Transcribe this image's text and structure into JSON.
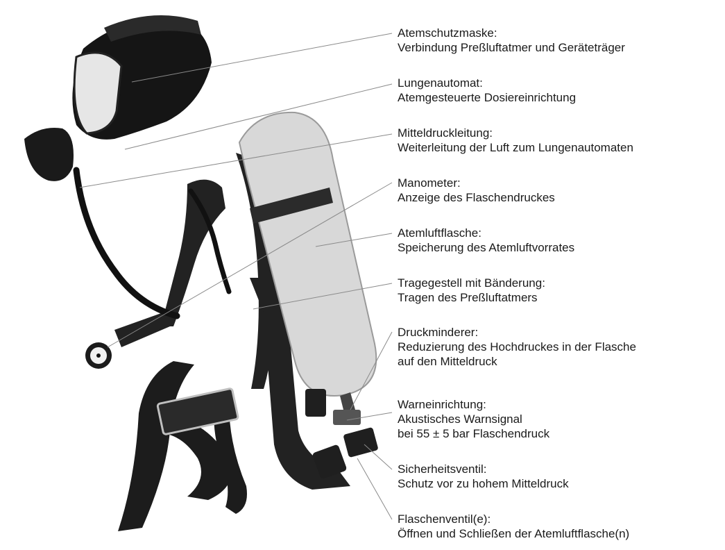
{
  "labels": [
    {
      "title": "Atemschutzmaske:",
      "lines": [
        "Verbindung Preßluftatmer und Geräteträger"
      ]
    },
    {
      "title": "Lungenautomat:",
      "lines": [
        "Atemgesteuerte Dosiereinrichtung"
      ]
    },
    {
      "title": "Mitteldruckleitung:",
      "lines": [
        "Weiterleitung der Luft zum Lungenautomaten"
      ]
    },
    {
      "title": "Manometer:",
      "lines": [
        "Anzeige des Flaschendruckes"
      ]
    },
    {
      "title": "Atemluftflasche:",
      "lines": [
        "Speicherung des Atemluftvorrates"
      ]
    },
    {
      "title": "Tragegestell mit Bänderung:",
      "lines": [
        "Tragen des Preßluftatmers"
      ]
    },
    {
      "title": "Druckminderer:",
      "lines": [
        "Reduzierung des Hochdruckes in der Flasche",
        "auf den Mitteldruck"
      ]
    },
    {
      "title": "Warneinrichtung:",
      "lines": [
        "Akustisches Warnsignal",
        "bei 55 ± 5 bar Flaschendruck"
      ]
    },
    {
      "title": "Sicherheitsventil:",
      "lines": [
        "Schutz vor zu hohem Mitteldruck"
      ]
    },
    {
      "title": "Flaschenventil(e):",
      "lines": [
        "Öffnen und Schließen der Atemluftflasche(n)"
      ]
    }
  ]
}
